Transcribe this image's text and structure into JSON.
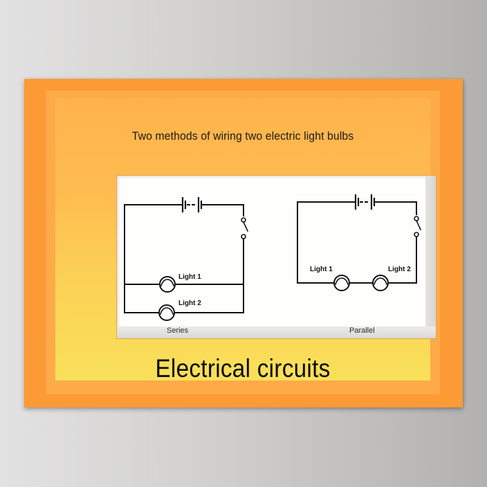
{
  "poster": {
    "subtitle": "Two methods of wiring two electric light bulbs",
    "title": "Electrical circuits",
    "colors": {
      "outer_border": "#fc9a35",
      "inner_top": "#ffb24c",
      "inner_bottom": "#f9e05a",
      "background_left": "#e3e2e2",
      "background_right": "#b3b1af"
    }
  },
  "diagram": {
    "series": {
      "caption": "Series",
      "light1_label": "Light 1",
      "light2_label": "Light 2"
    },
    "parallel": {
      "caption": "Parallel",
      "light1_label": "Light 1",
      "light2_label": "Light 2"
    }
  }
}
